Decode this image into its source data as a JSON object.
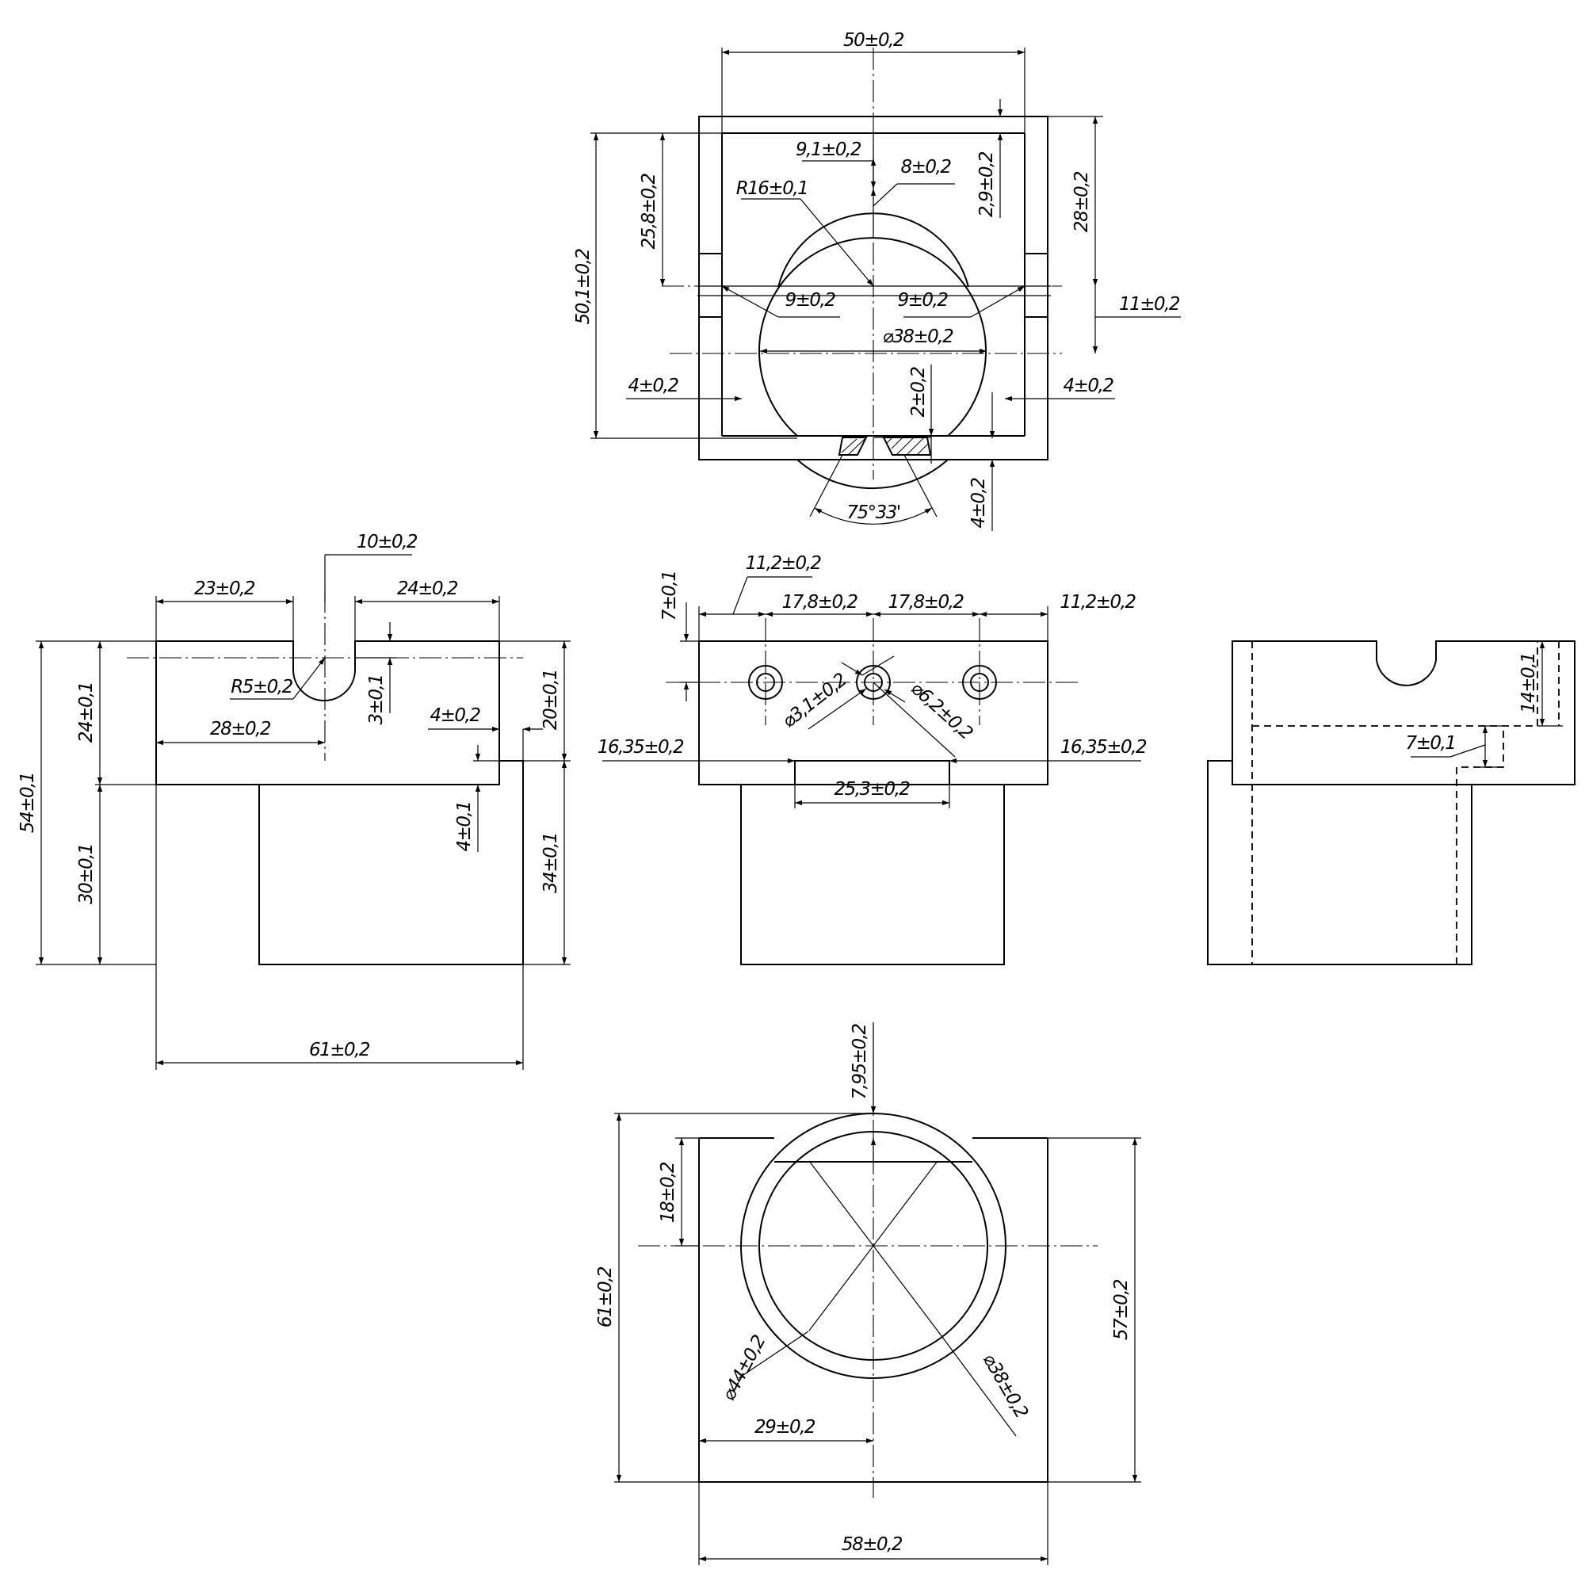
{
  "top_view": {
    "width": "50±0,2",
    "outer_height": "50,1±0,2",
    "depth_to_axis": "25,8±0,2",
    "offset_91": "9,1±0,2",
    "offset_8": "8±0,2",
    "radius": "R16±0,1",
    "wall_29": "2,9±0,2",
    "height_28": "28±0,2",
    "slot_left": "9±0,2",
    "slot_right": "9±0,2",
    "height_11": "11±0,2",
    "bore": "⌀38±0,2",
    "wall_left": "4±0,2",
    "wall_right": "4±0,2",
    "gap_2": "2±0,2",
    "bottom_4": "4±0,2",
    "angle": "75°33'"
  },
  "front_view": {
    "notch_width": "10±0,2",
    "left_span": "23±0,2",
    "right_span": "24±0,2",
    "notch_radius": "R5±0,2",
    "notch_depth": "3±0,1",
    "notch_center": "28±0,2",
    "step_4": "4±0,2",
    "height_20": "20±0,1",
    "height_24": "24±0,1",
    "total_54": "54±0,1",
    "height_30": "30±0,1",
    "step_4_1": "4±0,1",
    "height_34": "34±0,1",
    "total_61": "61±0,2"
  },
  "side_view": {
    "edge_left": "11,2±0,2",
    "edge_right": "11,2±0,2",
    "pitch_left": "17,8±0,2",
    "pitch_right": "17,8±0,2",
    "hole_height": "7±0,1",
    "small_hole": "⌀3,1±0,2",
    "counterbore": "⌀6,2±0,2",
    "offset_left": "16,35±0,2",
    "offset_right": "16,35±0,2",
    "boss_width": "25,3±0,2"
  },
  "right_view": {
    "height_14": "14±0,1",
    "height_7": "7±0,1"
  },
  "bottom_view": {
    "protrusion": "7,95±0,2",
    "height_18": "18±0,2",
    "total_61": "61±0,2",
    "height_57": "57±0,2",
    "outer_dia": "⌀44±0,2",
    "inner_dia": "⌀38±0,2",
    "center_29": "29±0,2",
    "width_58": "58±0,2"
  }
}
